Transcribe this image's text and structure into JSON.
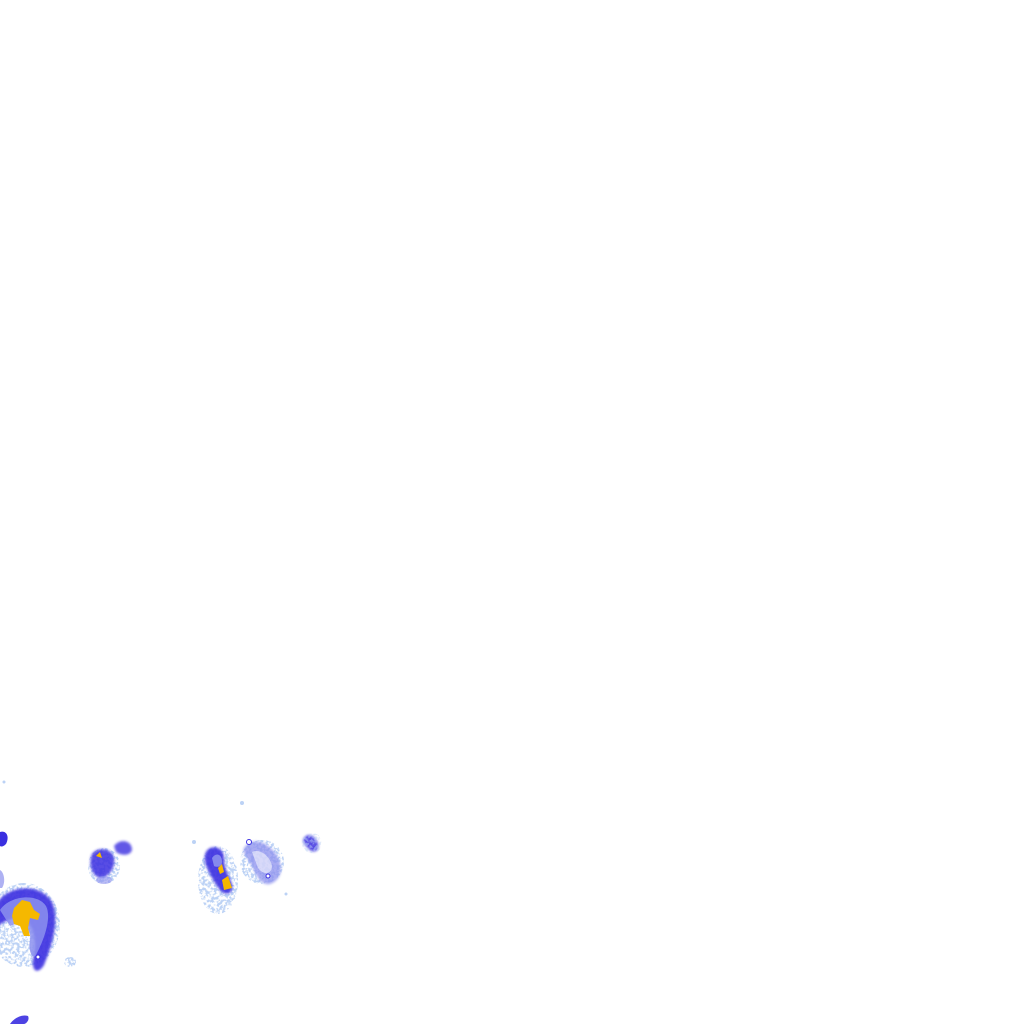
{
  "map": {
    "type": "weather-radar-overlay",
    "background": "#ffffff",
    "legend_colors": {
      "light": "#bcd2f5",
      "moderate": "#8c90ee",
      "heavy": "#3a2fe0",
      "intense": "#f5b800"
    },
    "precipitation_cells": [
      {
        "id": "cell-southwest",
        "intensity": "intense"
      },
      {
        "id": "cell-center-west",
        "intensity": "heavy"
      },
      {
        "id": "cell-center-west-east",
        "intensity": "moderate"
      },
      {
        "id": "cell-west",
        "intensity": "moderate"
      },
      {
        "id": "cell-northwest-edge",
        "intensity": "moderate"
      },
      {
        "id": "cell-small-east",
        "intensity": "heavy"
      },
      {
        "id": "cell-bottom-edge",
        "intensity": "heavy"
      }
    ]
  }
}
